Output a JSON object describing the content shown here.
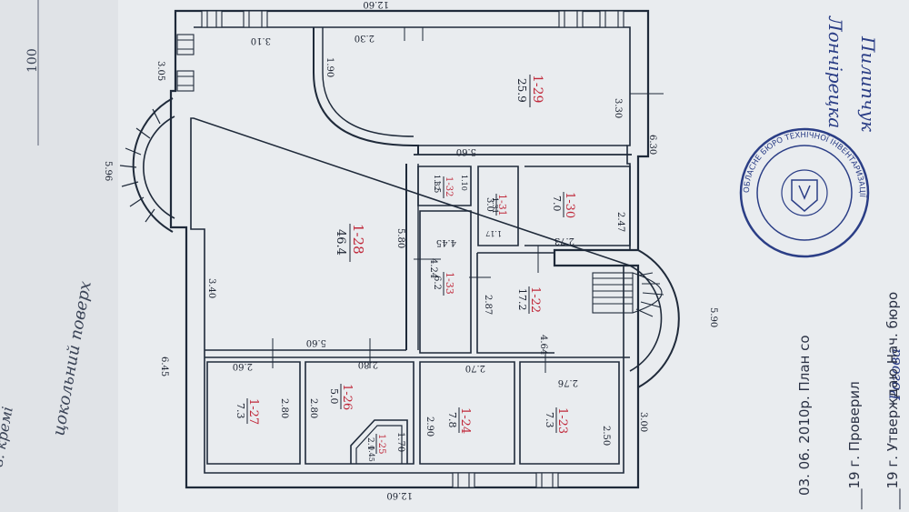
{
  "sheet": {
    "margin_note_1": "в. кремі",
    "margin_note_2": "цокольний поверх",
    "margin_number": "100",
    "stamp_text_ring": "ОБЛАСНЕ БЮРО ТЕХНІЧНОЇ ІНВЕНТАРИЗАЦІЇ",
    "signature_1": "Лончірецка",
    "signature_2": "Пилипчук",
    "signature_3": "Рогова",
    "date_line": "03. 06. 2010р. План со",
    "check_line": "___19 г. Проверил",
    "approve_line": "___19 г. Утверждаю Нач. бюро",
    "stamp_color": "#2b3e86"
  },
  "dimensions": {
    "top_overall": "12.60",
    "bottom_overall": "12.60",
    "left_tower": "5.96",
    "left_lower": "6.45",
    "left_upper": "3.05",
    "right_upper": "6.30",
    "right_mid": "5.90",
    "right_lower": "3.00",
    "d_310": "3.10",
    "d_230": "2.30",
    "d_190": "1.90",
    "d_330": "3.30",
    "d_560_a": "5.60",
    "d_560_b": "5.60",
    "d_580": "5.80",
    "d_340": "3.40",
    "d_445": "4.45",
    "d_424": "4.24",
    "d_287": "2.87",
    "d_247": "2.47",
    "d_273": "2.73",
    "d_464": "4.64",
    "d_270": "2.70",
    "d_276": "2.76",
    "d_260": "2.60",
    "d_280_a": "2.80",
    "d_280_b": "2.80",
    "d_280_c": "2.80",
    "d_290": "2.90",
    "d_250": "2.50",
    "d_170": "1.70",
    "d_132": "1.32",
    "d_110": "1.10",
    "d_131": "1.31",
    "d_117": "1.17",
    "d_b45": "0.45"
  },
  "rooms": [
    {
      "id": "1-28",
      "area": "46.4"
    },
    {
      "id": "1-29",
      "area": "25.9"
    },
    {
      "id": "1-32",
      "area": "1.5"
    },
    {
      "id": "1-31",
      "area": "3.0"
    },
    {
      "id": "1-30",
      "area": "7.0"
    },
    {
      "id": "1-33",
      "area": "6.2"
    },
    {
      "id": "1-22",
      "area": "17.2"
    },
    {
      "id": "1-27",
      "area": "7.3"
    },
    {
      "id": "1-26",
      "area": "5.0"
    },
    {
      "id": "1-25",
      "area": "2.1"
    },
    {
      "id": "1-24",
      "area": "7.8"
    },
    {
      "id": "1-23",
      "area": "7.3"
    }
  ]
}
